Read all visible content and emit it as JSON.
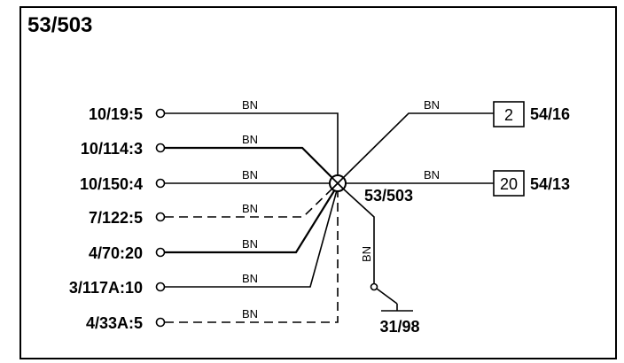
{
  "title": "53/503",
  "node_label": "53/503",
  "left_connections": [
    {
      "id": "10/19:5",
      "wire": "BN",
      "style": "solid"
    },
    {
      "id": "10/114:3",
      "wire": "BN",
      "style": "solid"
    },
    {
      "id": "10/150:4",
      "wire": "BN",
      "style": "solid"
    },
    {
      "id": "7/122:5",
      "wire": "BN",
      "style": "dashed"
    },
    {
      "id": "4/70:20",
      "wire": "BN",
      "style": "solid"
    },
    {
      "id": "3/117A:10",
      "wire": "BN",
      "style": "solid"
    },
    {
      "id": "4/33A:5",
      "wire": "BN",
      "style": "dashed"
    }
  ],
  "right_connections": [
    {
      "box": "2",
      "id": "54/16",
      "wire": "BN"
    },
    {
      "box": "20",
      "id": "54/13",
      "wire": "BN"
    }
  ],
  "ground": {
    "id": "31/98",
    "wire": "BN"
  }
}
